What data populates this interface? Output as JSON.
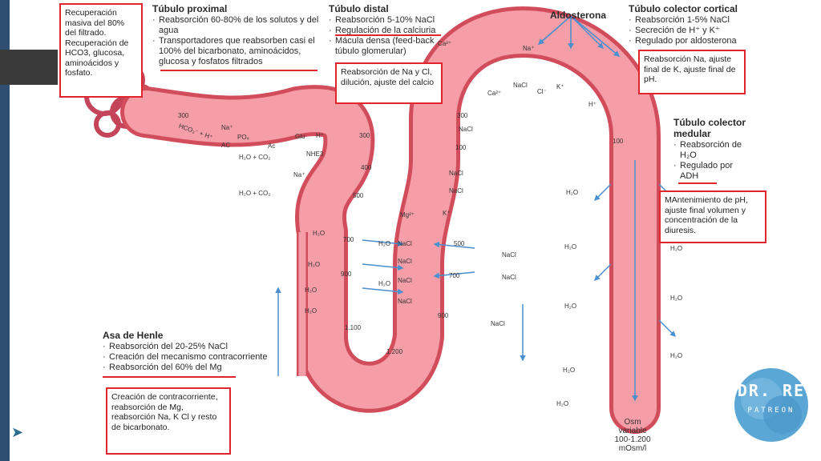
{
  "headers": {
    "proximal": {
      "title": "Túbulo proximal",
      "items": [
        "Reabsorción 60-80% de los solutos y del agua",
        "Transportadores que reabsorben casi el 100% del bicarbonato, aminoácidos, glucosa y fosfatos filtrados"
      ]
    },
    "distal": {
      "title": "Túbulo distal",
      "items": [
        "Reabsorción 5-10% NaCl",
        "Regulación de la calciuria",
        "Mácula densa (feed-back túbulo glomerular)"
      ]
    },
    "aldosterona": {
      "title": "Aldosterona"
    },
    "cortical": {
      "title": "Túbulo colector cortical",
      "items": [
        "Reabsorción 1-5% NaCl",
        "Secreción de H⁺ y K⁺",
        "Regulado por aldosterona"
      ]
    },
    "medular": {
      "title": "Túbulo colector medular",
      "items": [
        "Reabsorción de H₂O",
        "Regulado por ADH"
      ]
    },
    "henle": {
      "title": "Asa de Henle",
      "items": [
        "Reabsorción del 20-25% NaCl",
        "Creación del mecanismo contracorriente",
        "Reabsorción del 60% del Mg"
      ]
    }
  },
  "notes": {
    "proximal": "Recuperación masiva del 80% del filtrado. Recuperación de HCO3, glucosa, aminoácidos y fosfato.",
    "distal": "Reabsorción de Na y Cl, dilución, ajuste del calcio",
    "cortical": "Reabsorción Na, ajuste final de K, ajuste final de pH.",
    "medular": "MAntenimiento de pH, ajuste final volumen y concentración de la diuresis.",
    "henle": "Creación de contracorriente, reabsorción de Mg, reabsorción Na, K Cl y resto de bicarbonato."
  },
  "labels": {
    "osm": [
      "300",
      "300",
      "400",
      "500",
      "700",
      "900",
      "1.100",
      "1.200",
      "900",
      "700",
      "500",
      "300",
      "100",
      "100"
    ],
    "osm_variable": [
      "Osm",
      "variable",
      "100-1.200",
      "mOsm/l"
    ],
    "ions": {
      "nacl": "NaCl",
      "h2o": "H₂O",
      "na": "Na⁺",
      "k": "K⁺",
      "h": "H⁺",
      "cl": "Cl⁻",
      "ca": "Ca²⁺",
      "mg": "Mg²⁺"
    },
    "proximal_chem": [
      "HCO₃⁻ + H⁺",
      "H₂O + CO₂",
      "H₂O + CO₂",
      "NHE3",
      "AC",
      "Glu",
      "PO₄",
      "Ac"
    ]
  },
  "logo": {
    "title": "DR. RE",
    "subtitle": "PATREON"
  },
  "colors": {
    "tubule": "#f59ea8",
    "tubule_edge": "#d24d5c",
    "annotation": "#e0262a",
    "arrow": "#4a8fd0",
    "logo": "#5aa7d6"
  }
}
